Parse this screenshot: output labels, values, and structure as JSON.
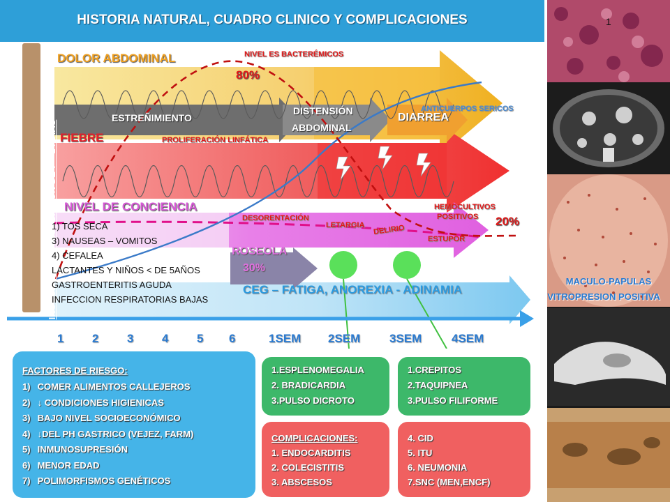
{
  "header": {
    "title": "HISTORIA NATURAL, CUADRO CLINICO Y COMPLICACIONES"
  },
  "vertical_label": "INOCULACIÓN  E INCUBACIÓN DE 7 – 14 DIAS",
  "rows": {
    "dolor": "DOLOR ABDOMINAL",
    "fiebre": "FIEBRE",
    "conciencia": "NIVEL DE CONCIENCIA",
    "roseola": "ROSEOLA",
    "roseola_pct": "30%",
    "ceg": "CEG – FATIGA, ANOREXIA - ADINAMIA"
  },
  "bowel": {
    "estrenimiento": "ESTREÑIMIENTO",
    "distension_1": "DISTENSIÓN",
    "distension_2": "ABDOMINAL",
    "diarrea": "DIARREA"
  },
  "annotations": {
    "bacteremicos": "NIVEL ES BACTERÉMICOS",
    "bacteremicos_pct": "80%",
    "anticuerpos": "ANTICUERPOS SERICOS",
    "proliferacion": "PROLIFERACIÓN LINFÁTICA",
    "hemocultivos_1": "HEMOCULTIVOS",
    "hemocultivos_2": "POSITIVOS",
    "hemocultivos_pct": "20%",
    "desorientacion": "DESORENTACIÓN",
    "letargia": "LETARGIA",
    "delirio": "DELIRIO",
    "estupor": "ESTUPOR"
  },
  "symptoms": [
    "1) TOS SECA",
    "3) NAUSEAS – VOMITOS",
    "4) CEFALEA",
    "LACTANTES Y NIÑOS < DE 5AÑOS",
    "GASTROENTERITIS AGUDA",
    "INFECCION RESPIRATORIAS BAJAS"
  ],
  "timeline": [
    "1",
    "2",
    "3",
    "4",
    "5",
    "6",
    "1SEM",
    "2SEM",
    "3SEM",
    "4SEM"
  ],
  "risk_factors": {
    "title": "FACTORES DE RIESGO:",
    "items": [
      "1)\tCOMER ALIMENTOS CALLEJEROS",
      "2)\t↓ CONDICIONES HIGIENICAS",
      "3)\tBAJO NIVEL SOCIOECONÓMICO",
      "4)\t↓DEL PH GASTRICO (VEJEZ, FARM)",
      "5)\tINMUNOSUPRESIÓN",
      "6)\tMENOR EDAD",
      "7)\tPOLIMORFISMOS GENÉTICOS"
    ]
  },
  "green_box_1": [
    "1.ESPLENOMEGALIA",
    "2. BRADICARDIA",
    "3.PULSO DICROTO"
  ],
  "green_box_2": [
    "1.CREPITOS",
    "2.TAQUIPNEA",
    "3.PULSO FILIFORME"
  ],
  "complications_1": {
    "title": "COMPLICACIONES:",
    "items": [
      "1. ENDOCARDITIS",
      "2. COLECISTITIS",
      "3. ABSCESOS"
    ]
  },
  "complications_2": [
    "4. CID",
    "5. ITU",
    "6. NEUMONIA",
    "7.SNC (MEN,ENCF)"
  ],
  "photos": {
    "caption_1": "MACULO-PAPULAS",
    "caption_2": "VITROPRESION POSITIVA",
    "histology_marker": "1"
  },
  "colors": {
    "title_bg": "#2e9fd8",
    "yellow": "#f4c430",
    "red": "#f04040",
    "pink": "#e880e8",
    "gray_arrow": "#6a6a6a",
    "blue_arrow": "#8fd0f0",
    "dashed_curve": "#c01010",
    "blue_curve": "#3a7ac8"
  }
}
